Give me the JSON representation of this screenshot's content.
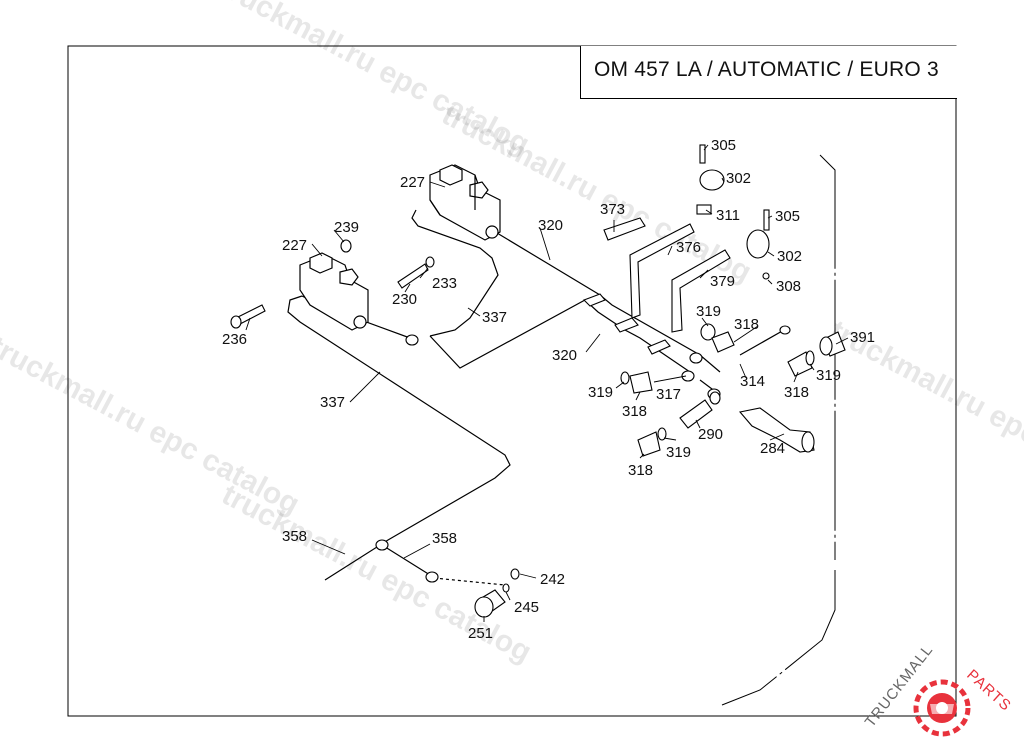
{
  "header": {
    "title": "OM 457 LA / AUTOMATIC / EURO 3"
  },
  "watermarks": [
    "truckmall.ru epc catalog",
    "truckmall.ru epc catalog",
    "truckmall.ru epc catalog",
    "truckmall.ru epc catalog",
    "truckmall.ru epc catalog"
  ],
  "callouts": {
    "c227a": "227",
    "c227b": "227",
    "c239": "239",
    "c233": "233",
    "c230": "230",
    "c236": "236",
    "c337a": "337",
    "c337b": "337",
    "c320a": "320",
    "c320b": "320",
    "c373": "373",
    "c376": "376",
    "c379": "379",
    "c305a": "305",
    "c302a": "302",
    "c311": "311",
    "c305b": "305",
    "c302b": "302",
    "c308": "308",
    "c319a": "319",
    "c318a": "318",
    "c391": "391",
    "c314": "314",
    "c318b": "318",
    "c319b": "319",
    "c319c": "319",
    "c318c": "318",
    "c317": "317",
    "c290": "290",
    "c319d": "319",
    "c318d": "318",
    "c284": "284",
    "c358a": "358",
    "c358b": "358",
    "c242": "242",
    "c245": "245",
    "c251": "251"
  },
  "logo": {
    "text_main": "TRUCKMALL",
    "text_accent": "PARTS",
    "accent_color": "#e8323c"
  },
  "colors": {
    "line": "#000000",
    "watermark": "#000000"
  }
}
